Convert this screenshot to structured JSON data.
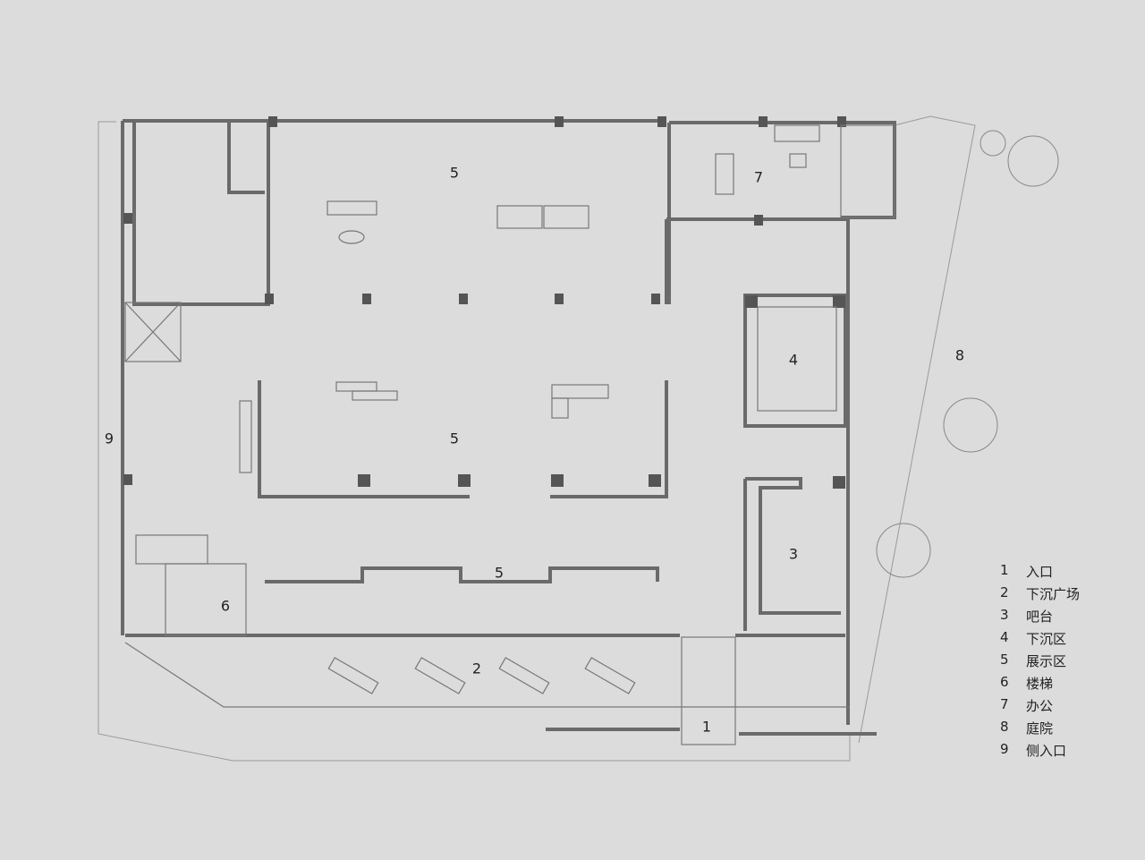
{
  "plan_labels": {
    "display_top": "5",
    "display_middle": "5",
    "display_bottom": "5",
    "office": "7",
    "sunken_area": "4",
    "bar": "3",
    "courtyard": "8",
    "side_entrance": "9",
    "stairs": "6",
    "sunken_plaza": "2",
    "entrance": "1"
  },
  "legend": [
    {
      "num": "1",
      "text": "入口"
    },
    {
      "num": "2",
      "text": "下沉广场"
    },
    {
      "num": "3",
      "text": "吧台"
    },
    {
      "num": "4",
      "text": "下沉区"
    },
    {
      "num": "5",
      "text": "展示区"
    },
    {
      "num": "6",
      "text": "楼梯"
    },
    {
      "num": "7",
      "text": "办公"
    },
    {
      "num": "8",
      "text": "庭院"
    },
    {
      "num": "9",
      "text": "侧入口"
    }
  ],
  "colors": {
    "background": "#dcdcdc",
    "wall": "#6a6a6a",
    "column": "#555555",
    "line": "#8a8a8a"
  }
}
